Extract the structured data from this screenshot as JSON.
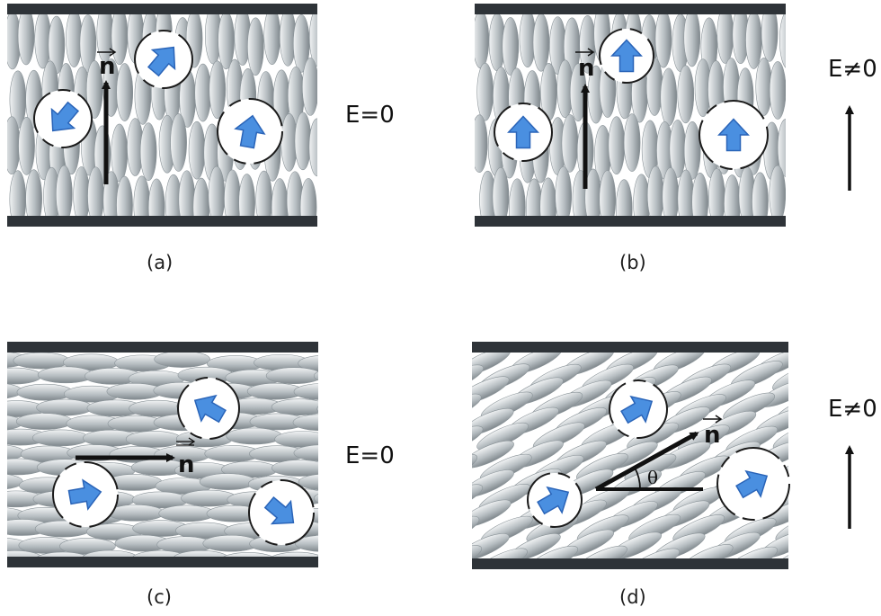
{
  "panels": [
    {
      "id": "a",
      "caption": "(a)",
      "field_label": "E=0",
      "orientation": "vertical",
      "director_symbol": "n",
      "field_arrow": false
    },
    {
      "id": "b",
      "caption": "(b)",
      "field_label": "E≠0",
      "orientation": "vertical",
      "director_symbol": "n",
      "field_arrow": true
    },
    {
      "id": "c",
      "caption": "(c)",
      "field_label": "E=0",
      "orientation": "horizontal",
      "director_symbol": "n",
      "field_arrow": false
    },
    {
      "id": "d",
      "caption": "(d)",
      "field_label": "E≠0",
      "orientation": "tilted",
      "director_symbol": "n",
      "angle_symbol": "θ",
      "field_arrow": true
    }
  ],
  "colors": {
    "plate": "#2e3338",
    "molecule_light": "#eef1f3",
    "molecule_dark": "#8e979d",
    "polar_arrow": "#4a8fe0",
    "polar_arrow_edge": "#2a64b8",
    "director": "#111111"
  },
  "icons": [
    "director-arrow",
    "polarization-arrow",
    "electric-field-arrow",
    "domain-boundary"
  ]
}
